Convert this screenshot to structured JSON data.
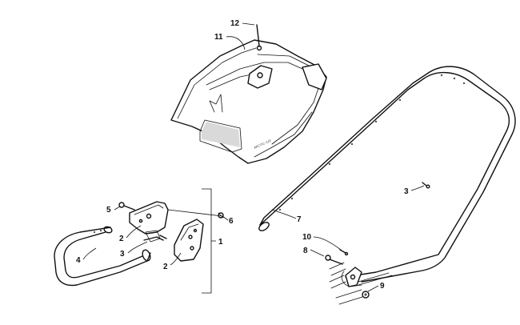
{
  "diagram": {
    "callouts": [
      {
        "id": "c12",
        "label": "12"
      },
      {
        "id": "c11",
        "label": "11"
      },
      {
        "id": "c5",
        "label": "5"
      },
      {
        "id": "c6",
        "label": "6"
      },
      {
        "id": "c2a",
        "label": "2"
      },
      {
        "id": "c3a",
        "label": "3"
      },
      {
        "id": "c4",
        "label": "4"
      },
      {
        "id": "c2b",
        "label": "2"
      },
      {
        "id": "c1",
        "label": "1"
      },
      {
        "id": "c7",
        "label": "7"
      },
      {
        "id": "c3b",
        "label": "3"
      },
      {
        "id": "c10",
        "label": "10"
      },
      {
        "id": "c8",
        "label": "8"
      },
      {
        "id": "c9",
        "label": "9"
      }
    ]
  }
}
